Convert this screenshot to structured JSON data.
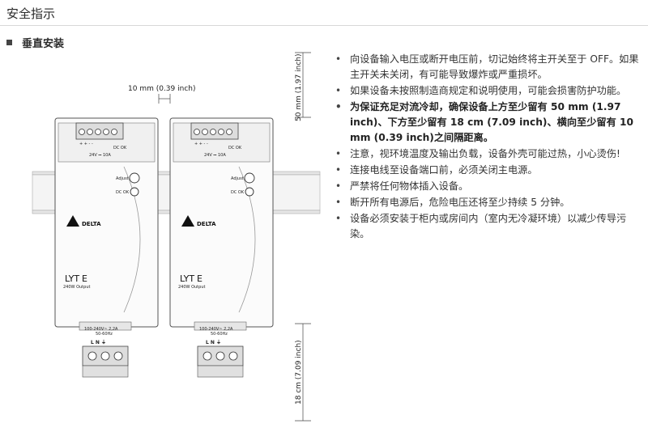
{
  "header": {
    "title": "安全指示"
  },
  "section": {
    "title": "垂直安装"
  },
  "diagram": {
    "dim_top": "50 mm (1.97 inch)",
    "dim_gap": "10 mm (0.39 inch)",
    "dim_bottom": "18 cm (7.09 inch)",
    "device": {
      "terminal_top_polarity": "+ +  -  -",
      "dc_ok_top": "DC OK",
      "output_rating": "24V ⎓ 10A",
      "adjust_label": "Adjust",
      "dc_ok_label": "DC OK",
      "brand": "DELTA",
      "model": "LYT",
      "model_suffix": "E",
      "output": "240W Output",
      "input_rating": "100-240V~ 2,2A",
      "frequency": "50-60Hz",
      "input_terminals": "L  N  ⏚"
    }
  },
  "notes": [
    {
      "text": "向设备输入电压或断开电压前，切记始终将主开关至于 OFF。如果主开关未关闭，有可能导致爆炸或严重损坏。",
      "bold": false
    },
    {
      "text": "如果设备未按照制造商规定和说明使用，可能会损害防护功能。",
      "bold": false
    },
    {
      "text": "为保证充足对流冷却，确保设备上方至少留有 50 mm (1.97 inch)、下方至少留有 18 cm (7.09 inch)、横向至少留有 10 mm (0.39 inch)之间隔距离。",
      "bold": true
    },
    {
      "text": "注意，视环境温度及输出负载，设备外壳可能过热，小心烫伤!",
      "bold": false
    },
    {
      "text": "连接电线至设备端口前，必须关闭主电源。",
      "bold": false
    },
    {
      "text": "严禁将任何物体插入设备。",
      "bold": false
    },
    {
      "text": "断开所有电源后，危险电压还将至少持续 5 分钟。",
      "bold": false
    },
    {
      "text": "设备必须安装于柜内或房间内（室内无冷凝环境）以减少传导污染。",
      "bold": false
    }
  ]
}
